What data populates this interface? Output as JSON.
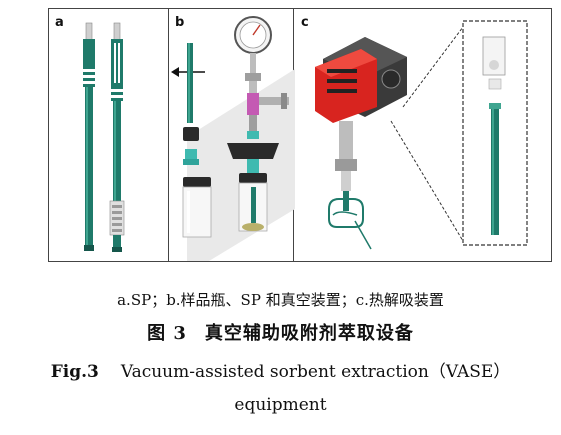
{
  "panels": {
    "a": {
      "label": "a"
    },
    "b": {
      "label": "b"
    },
    "c": {
      "label": "c"
    }
  },
  "caption": {
    "sub": "a.SP；b.样品瓶、SP 和真空装置；c.热解吸装置",
    "figure_number_cn": "图 3",
    "title_cn": "真空辅助吸附剂萃取设备",
    "figure_number_en": "Fig.3",
    "title_en_line1": "Vacuum-assisted sorbent extraction（VASE）",
    "title_en_line2": "equipment"
  },
  "colors": {
    "teal": "#1f7a6a",
    "teal_light": "#3fa590",
    "red": "#d8241f",
    "dark": "#2a2a2a",
    "border": "#444444"
  }
}
